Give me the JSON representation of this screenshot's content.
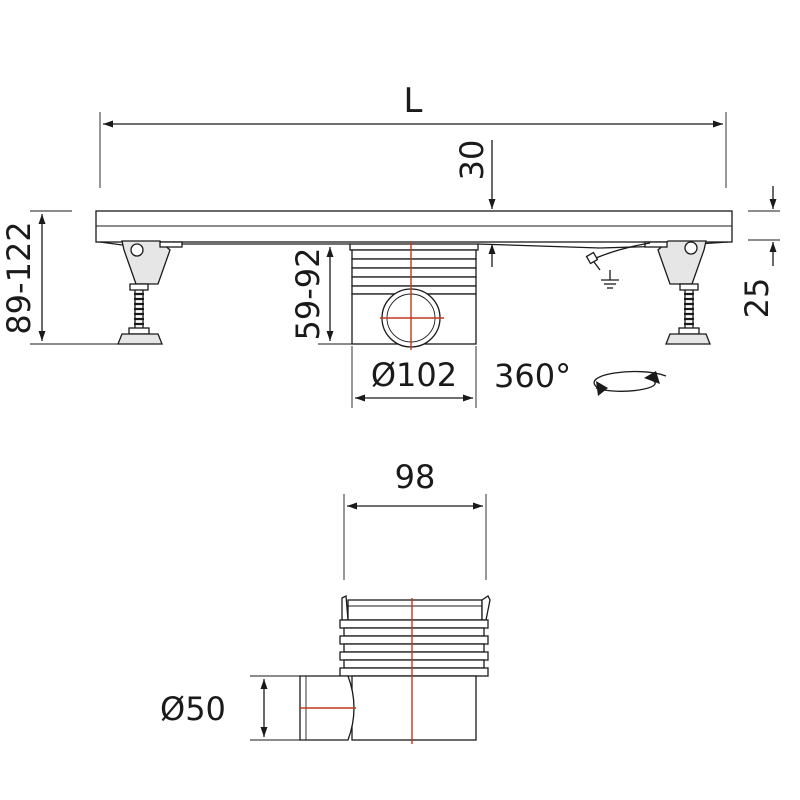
{
  "dimensions": {
    "length": "L",
    "grate_height": "30",
    "frame_thickness": "25",
    "total_height": "89-122",
    "outlet_height": "59-92",
    "outlet_diameter": "Ø102",
    "rotation": "360°",
    "body_width": "98",
    "side_outlet_diameter": "Ø50"
  },
  "colors": {
    "line": "#1a1a1a",
    "center_axis": "#c0391b",
    "fill_light": "#e6e6e6"
  }
}
